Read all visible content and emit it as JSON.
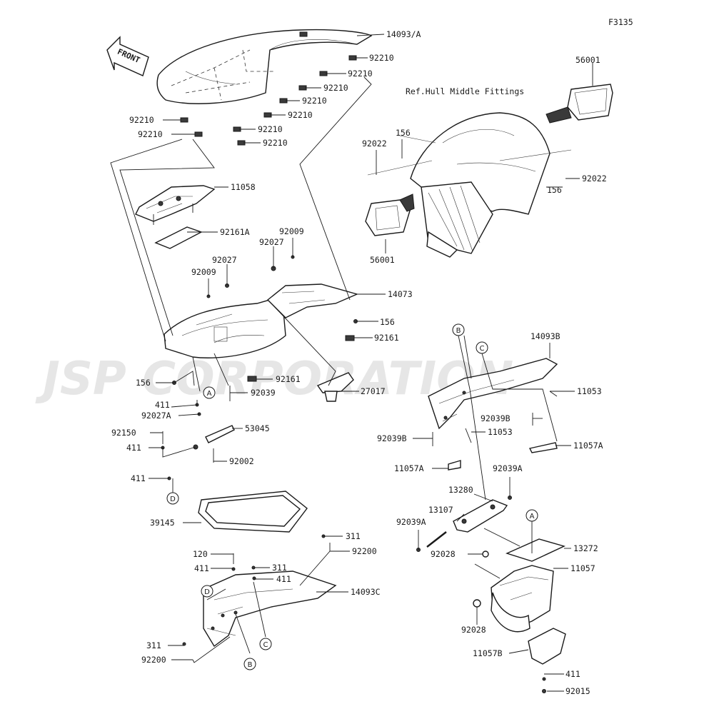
{
  "figure_code": "F3135",
  "front_label": "FRONT",
  "ref_note": "Ref.Hull Middle Fittings",
  "watermark": "JSP CORPORATION",
  "callouts": [
    "A",
    "B",
    "C",
    "D"
  ],
  "labels": [
    {
      "key": "14093A",
      "text": "14093/A"
    },
    {
      "key": "92210_a",
      "text": "92210"
    },
    {
      "key": "92210_b",
      "text": "92210"
    },
    {
      "key": "92210_c",
      "text": "92210"
    },
    {
      "key": "92210_d",
      "text": "92210"
    },
    {
      "key": "92210_e",
      "text": "92210"
    },
    {
      "key": "92210_f",
      "text": "92210"
    },
    {
      "key": "92210_g",
      "text": "92210"
    },
    {
      "key": "92210_h",
      "text": "92210"
    },
    {
      "key": "92210_i",
      "text": "92210"
    },
    {
      "key": "56001_a",
      "text": "56001"
    },
    {
      "key": "56001_b",
      "text": "56001"
    },
    {
      "key": "156_a",
      "text": "156"
    },
    {
      "key": "156_b",
      "text": "156"
    },
    {
      "key": "156_c",
      "text": "156"
    },
    {
      "key": "156_d",
      "text": "156"
    },
    {
      "key": "92022_a",
      "text": "92022"
    },
    {
      "key": "92022_b",
      "text": "92022"
    },
    {
      "key": "11058",
      "text": "11058"
    },
    {
      "key": "92161A",
      "text": "92161A"
    },
    {
      "key": "92009_a",
      "text": "92009"
    },
    {
      "key": "92009_b",
      "text": "92009"
    },
    {
      "key": "92027_a",
      "text": "92027"
    },
    {
      "key": "92027_b",
      "text": "92027"
    },
    {
      "key": "14073",
      "text": "14073"
    },
    {
      "key": "92161_a",
      "text": "92161"
    },
    {
      "key": "92161_b",
      "text": "92161"
    },
    {
      "key": "27017",
      "text": "27017"
    },
    {
      "key": "92039",
      "text": "92039"
    },
    {
      "key": "411_a",
      "text": "411"
    },
    {
      "key": "411_b",
      "text": "411"
    },
    {
      "key": "411_c",
      "text": "411"
    },
    {
      "key": "411_d",
      "text": "411"
    },
    {
      "key": "411_e",
      "text": "411"
    },
    {
      "key": "411_f",
      "text": "411"
    },
    {
      "key": "92027A",
      "text": "92027A"
    },
    {
      "key": "53045",
      "text": "53045"
    },
    {
      "key": "92150",
      "text": "92150"
    },
    {
      "key": "92002",
      "text": "92002"
    },
    {
      "key": "39145",
      "text": "39145"
    },
    {
      "key": "311_a",
      "text": "311"
    },
    {
      "key": "311_b",
      "text": "311"
    },
    {
      "key": "311_c",
      "text": "311"
    },
    {
      "key": "92200_a",
      "text": "92200"
    },
    {
      "key": "92200_b",
      "text": "92200"
    },
    {
      "key": "120",
      "text": "120"
    },
    {
      "key": "14093C",
      "text": "14093C"
    },
    {
      "key": "14093B",
      "text": "14093B"
    },
    {
      "key": "11053_a",
      "text": "11053"
    },
    {
      "key": "11053_b",
      "text": "11053"
    },
    {
      "key": "92039B_a",
      "text": "92039B"
    },
    {
      "key": "92039B_b",
      "text": "92039B"
    },
    {
      "key": "11057A_a",
      "text": "11057A"
    },
    {
      "key": "11057A_b",
      "text": "11057A"
    },
    {
      "key": "92039A_a",
      "text": "92039A"
    },
    {
      "key": "92039A_b",
      "text": "92039A"
    },
    {
      "key": "13280",
      "text": "13280"
    },
    {
      "key": "13107",
      "text": "13107"
    },
    {
      "key": "92028_a",
      "text": "92028"
    },
    {
      "key": "92028_b",
      "text": "92028"
    },
    {
      "key": "13272",
      "text": "13272"
    },
    {
      "key": "11057",
      "text": "11057"
    },
    {
      "key": "11057B",
      "text": "11057B"
    },
    {
      "key": "92015",
      "text": "92015"
    }
  ]
}
